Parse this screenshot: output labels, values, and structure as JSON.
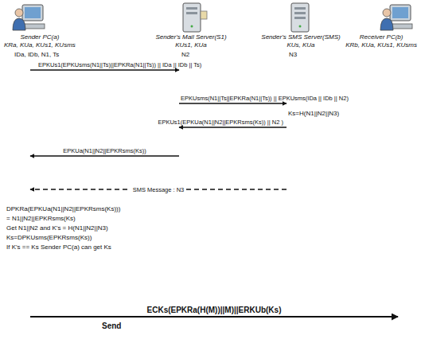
{
  "diagram": {
    "nodes": [
      {
        "text": [
          "Sender PC(a)",
          "KRa, KUa, KUs1, KUsms"
        ]
      },
      {
        "text": [
          "Sender's Mail Server(S1)",
          "KUs1, KUa"
        ]
      },
      {
        "text": [
          "Sender's SMS Server(SMS)",
          "KUs, KUa"
        ]
      },
      {
        "text": [
          "Receiver PC(b)",
          "KRb, KUa, KUs1, KUsms"
        ]
      }
    ],
    "edges": [
      {
        "from": 0,
        "to": 1,
        "arrow": "to",
        "label": "EPKUs1(EPKUsms(N1||Ts)||EPKRa(N1||Ts)) || IDa || IDb || Ts)"
      },
      {
        "from": 1,
        "to": 2,
        "arrow": "to",
        "label": "EPKUsms(N1||Ts||EPKRa(N1||Ts)) || EPKUsms(IDa || IDb || N2)"
      },
      {
        "from": 2,
        "to": 1,
        "arrow": "to",
        "label": "EPKUs1(EPKUa(N1||N2||EPKRsms(Ks)) || N2 )"
      },
      {
        "from": 1,
        "to": 0,
        "arrow": "to",
        "label": "EPKUa(N1||N2||EPKRsms(Ks))"
      },
      {
        "from": 2,
        "to": 0,
        "arrow": "to",
        "label": "SMS Message : N3"
      },
      {
        "from": 0,
        "to": 3,
        "arrow": "to",
        "label": "ECKs(EPKRa(H(M))||M)||ERKUb(Ks)"
      }
    ],
    "labels": [
      "IDa, IDb, N1, Ts",
      "N2",
      "N3",
      "Ks=H(N1||N2||N3)",
      "DPKRa(EPKUa(N1||N2||EPKRsms(Ks)))",
      "= N1||N2||EPKRsms(Ks)",
      "Get N1||N2 and K's = H(N1||N2||N3)",
      "Ks=DPKUsms(EPKRsms(Ks))",
      "If K's == Ks Sender PC(a) can get Ks",
      "Send"
    ]
  }
}
